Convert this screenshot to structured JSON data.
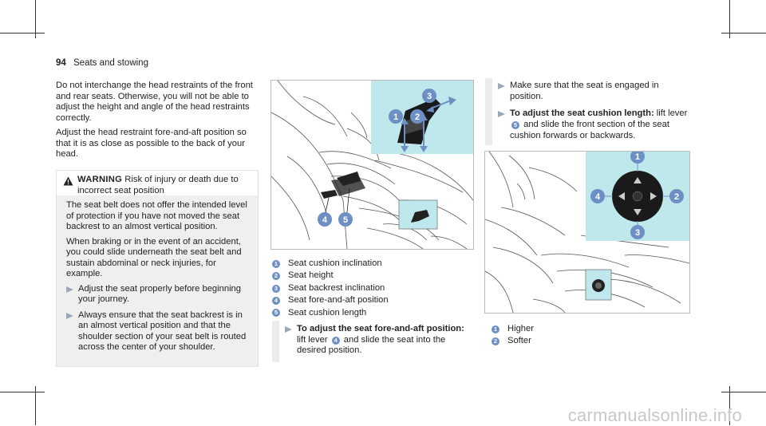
{
  "header": {
    "page_number": "94",
    "section": "Seats and stowing"
  },
  "left": {
    "intro": "Do not interchange the head restraints of the front and rear seats. Otherwise, you will not be able to adjust the height and angle of the head restraints correctly.",
    "adjust": "Adjust the head restraint fore-and-aft position so that it is as close as possible to the back of your head.",
    "warning": {
      "label": "WARNING",
      "title": "Risk of injury or death due to incorrect seat position",
      "body1": "The seat belt does not offer the intended level of protection if you have not moved the seat backrest to an almost vertical position.",
      "body2": "When braking or in the event of an accident, you could slide underneath the seat belt and sustain abdominal or neck injuries, for example.",
      "step1": "Adjust the seat properly before beginning your journey.",
      "step2": "Always ensure that the seat backrest is in an almost vertical position and that the shoulder section of your seat belt is routed across the center of your shoulder."
    }
  },
  "middle": {
    "figure_callouts": [
      "1",
      "2",
      "3",
      "4",
      "5"
    ],
    "legend": [
      {
        "num": "1",
        "text": "Seat cushion inclination"
      },
      {
        "num": "2",
        "text": "Seat height"
      },
      {
        "num": "3",
        "text": "Seat backrest inclination"
      },
      {
        "num": "4",
        "text": "Seat fore-and-aft position"
      },
      {
        "num": "5",
        "text": "Seat cushion length"
      }
    ],
    "step_label": "To adjust the seat fore-and-aft position:",
    "step_pre": "lift lever",
    "step_num": "4",
    "step_post": "and slide the seat into the desired position."
  },
  "right": {
    "step1": "Make sure that the seat is engaged in position.",
    "step2_label": "To adjust the seat cushion length:",
    "step2_pre": "lift lever",
    "step2_num": "5",
    "step2_post": "and slide the front section of the seat cushion forwards or backwards.",
    "figure_callouts": [
      "1",
      "2",
      "3",
      "4"
    ],
    "legend": [
      {
        "num": "1",
        "text": "Higher"
      },
      {
        "num": "2",
        "text": "Softer"
      }
    ]
  },
  "watermark": "carmanualsonline.info",
  "colors": {
    "callout": "#6c8fc4",
    "inset": "#bfe8ec",
    "arrow": "#9aa8b8"
  }
}
